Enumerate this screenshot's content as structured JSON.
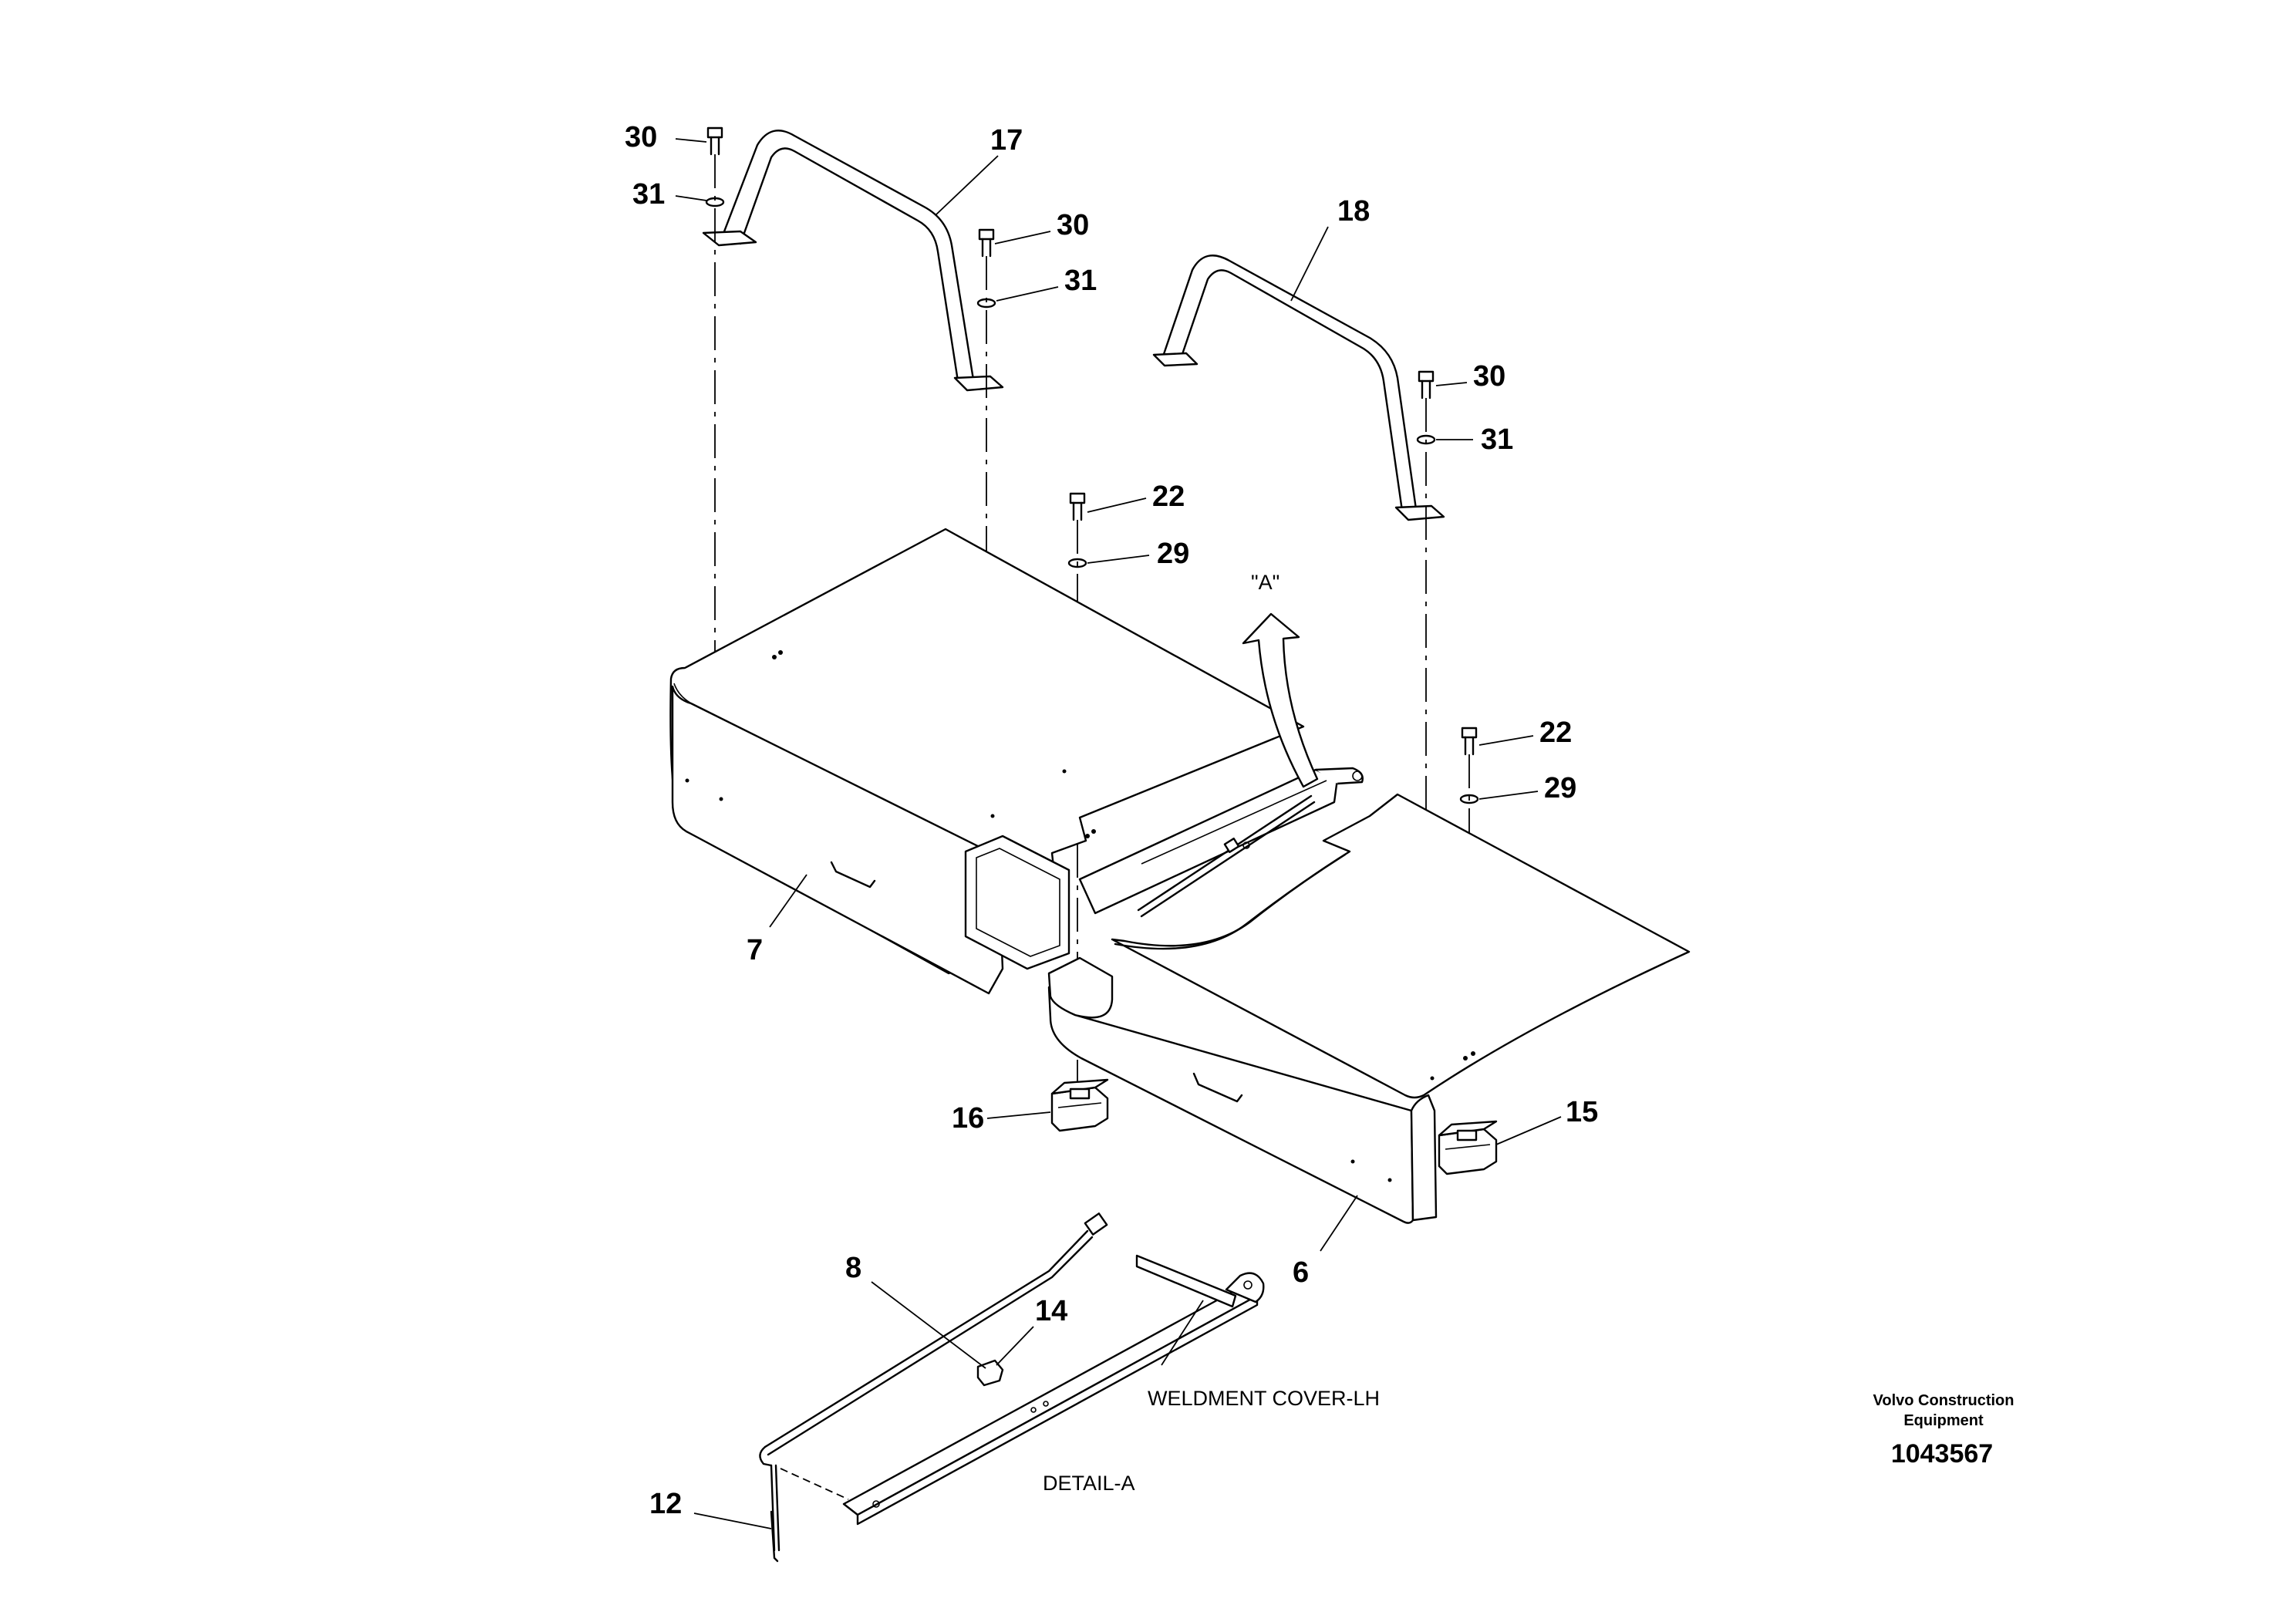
{
  "callouts": {
    "c30a": "30",
    "c31a": "31",
    "c17": "17",
    "c30b": "30",
    "c31b": "31",
    "c18": "18",
    "c30c": "30",
    "c31c": "31",
    "c22a": "22",
    "c29a": "29",
    "c22b": "22",
    "c29b": "29",
    "c7": "7",
    "c6": "6",
    "c16": "16",
    "c15": "15",
    "c8": "8",
    "c14": "14",
    "c12": "12"
  },
  "labels": {
    "view_ref": "\"A\"",
    "weldment": "WELDMENT COVER-LH",
    "detail": "DETAIL-A"
  },
  "brand": {
    "line1": "Volvo Construction",
    "line2": "Equipment",
    "part_number": "1043567"
  }
}
